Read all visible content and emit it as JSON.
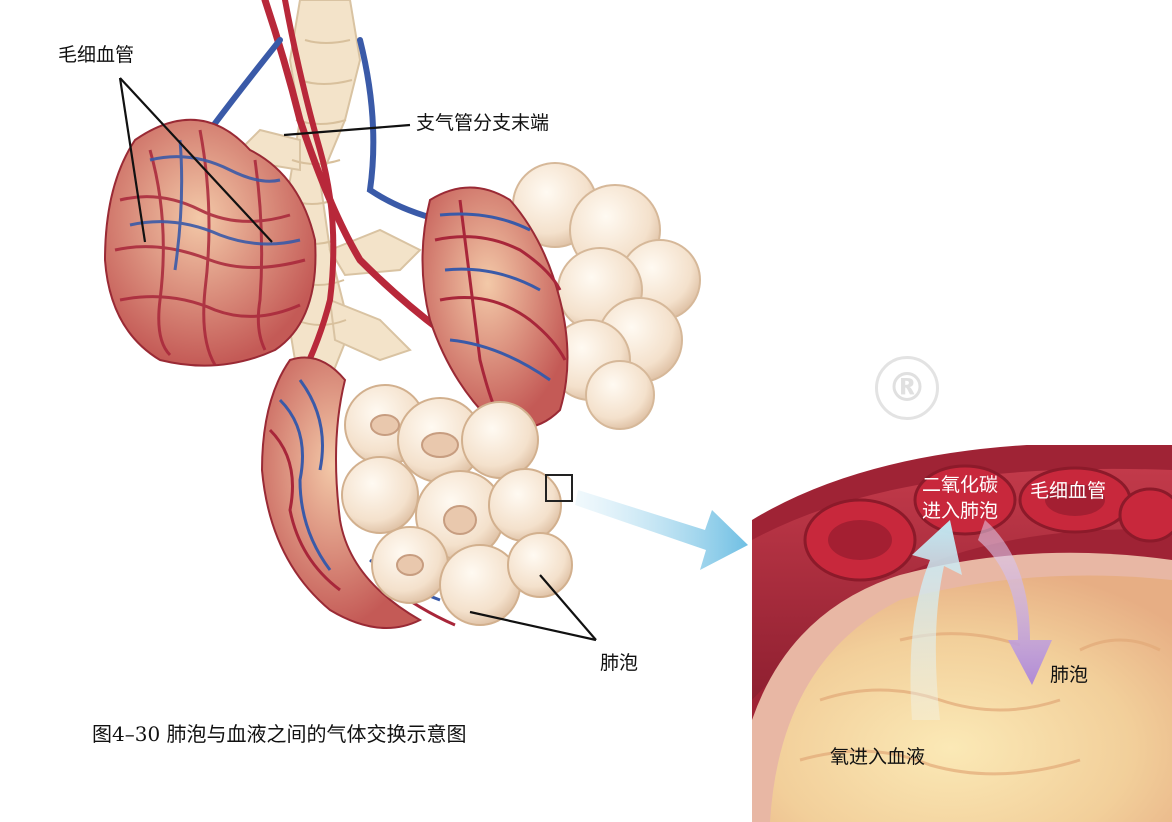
{
  "labels": {
    "capillary_top_left": "毛细血管",
    "bronchiole_end": "支气管分支末端",
    "alveolus_bottom": "肺泡",
    "co2_line1": "二氧化碳",
    "co2_line2": "进入肺泡",
    "capillary_inset": "毛细血管",
    "alveolus_inset": "肺泡",
    "o2_into_blood": "氧进入血液"
  },
  "caption": "图4–30  肺泡与血液之间的气体交换示意图",
  "watermark": "®",
  "colors": {
    "artery_red": "#b8283a",
    "vein_blue": "#3a5aa8",
    "alveolus_cream": "#f6e6d2",
    "inset_blood": "#a8263a",
    "co2_arrow": "#b89ad6",
    "o2_arrow": "#c9ecf3",
    "zoom_arrow": "#7cc7e6"
  }
}
